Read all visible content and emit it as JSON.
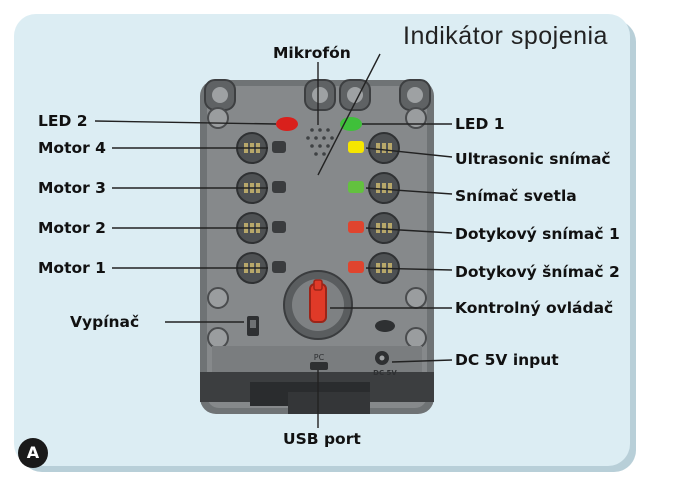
{
  "labels": {
    "indikator": "Indikátor spojenia",
    "mikrofon": "Mikrofón",
    "led2": "LED 2",
    "led1": "LED 1",
    "motor4": "Motor 4",
    "motor3": "Motor 3",
    "motor2": "Motor 2",
    "motor1": "Motor 1",
    "ultrasonic": "Ultrasonic snímač",
    "snimac_svetla": "Snímač svetla",
    "dotykovy1": "Dotykový snímač 1",
    "dotykovy2": "Dotykový šnímač 2",
    "kontrolny": "Kontrolný ovládač",
    "vypinac": "Vypínač",
    "dc5v": "DC 5V input",
    "usb": "USB port",
    "pc_mark": "PC",
    "dc_mark": "DC 5V",
    "badge": "A"
  },
  "colors": {
    "panel_bg": "#dcedf3",
    "device_body": "#7b7e80",
    "led_red": "#d9201c",
    "led_green": "#3fc03a",
    "led_yellow": "#f6e600",
    "port_red": "#e0442e",
    "port_green": "#63c13f",
    "knob_red": "#e03a28"
  }
}
